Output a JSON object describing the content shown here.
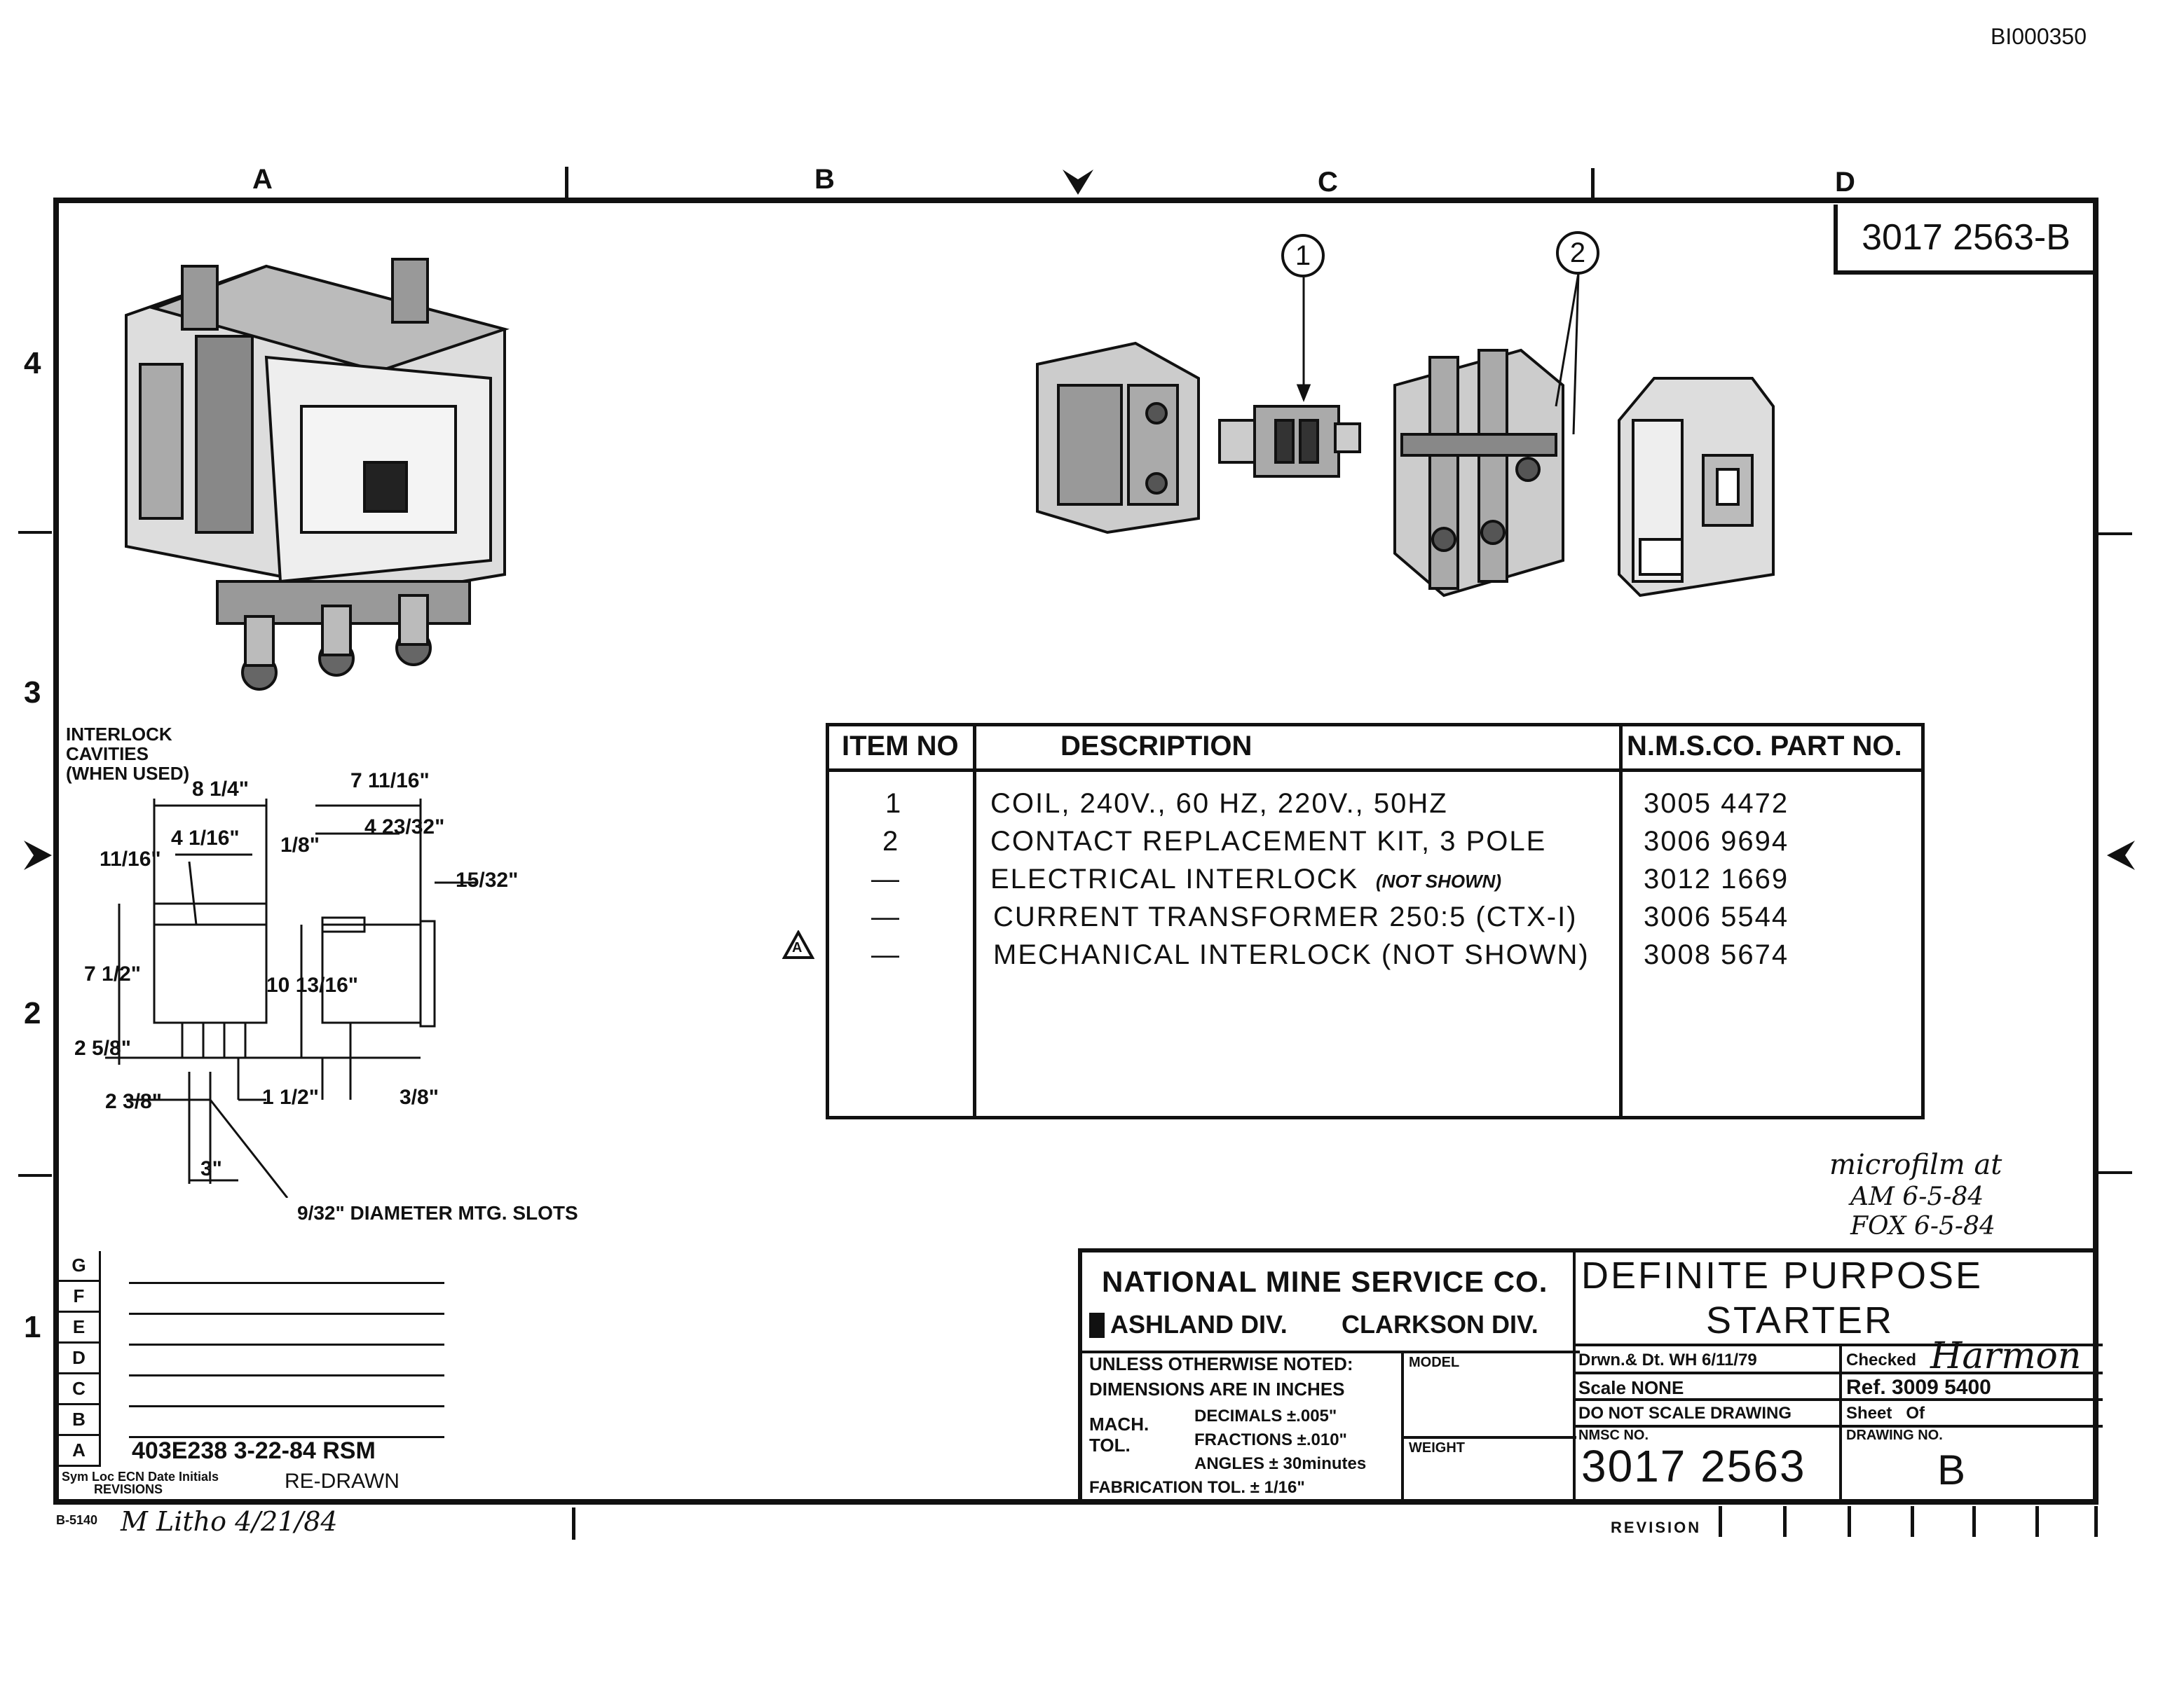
{
  "doc_id": "BI000350",
  "grid": {
    "columns": [
      "A",
      "B",
      "C",
      "D"
    ],
    "rows": [
      "4",
      "3",
      "2",
      "1"
    ]
  },
  "drawing_number_box": "3017 2563-B",
  "balloons": [
    "1",
    "2"
  ],
  "parts_table": {
    "headers": [
      "ITEM NO",
      "DESCRIPTION",
      "N.M.S.CO. PART NO."
    ],
    "rows": [
      {
        "item": "1",
        "description": "COIL, 240V., 60 HZ, 220V., 50HZ",
        "part_no": "3005 4472"
      },
      {
        "item": "2",
        "description": "CONTACT REPLACEMENT KIT, 3 POLE",
        "part_no": "3006 9694"
      },
      {
        "item": "—",
        "description": "ELECTRICAL INTERLOCK",
        "note": "(NOT SHOWN)",
        "part_no": "3012 1669"
      },
      {
        "item": "—",
        "description": "CURRENT TRANSFORMER 250:5 (CTX-I)",
        "part_no": "3006 5544"
      },
      {
        "item": "—",
        "description": "MECHANICAL INTERLOCK (NOT SHOWN)",
        "part_no": "3008 5674"
      }
    ],
    "revision_marker": "A"
  },
  "dimension_labels": {
    "interlock": "INTERLOCK CAVITIES (WHEN USED)",
    "d1": "8 1/4\"",
    "d2": "4 1/16\"",
    "d3": "1/8\"",
    "d4": "7 11/16\"",
    "d5": "4 23/32\"",
    "d6": "15/32\"",
    "d7": "11/16\"",
    "d8": "7 1/2\"",
    "d9": "10 13/16\"",
    "d10": "2 5/8\"",
    "d11": "2 3/8\"",
    "d12": "1 1/2\"",
    "d13": "3/8\"",
    "d14": "3\"",
    "slots": "9/32\" DIAMETER MTG. SLOTS"
  },
  "microfilm_note": [
    "microfilm at",
    "AM 6-5-84",
    "FOX 6-5-84"
  ],
  "revisions": {
    "rows": [
      "G",
      "F",
      "E",
      "D",
      "C",
      "B",
      "A"
    ],
    "entry_a": "403E238 3-22-84 RSM",
    "footer_labels": "Sym Loc ECN Date Initials",
    "footer_title": "REVISIONS",
    "re_drawn": "RE-DRAWN",
    "form_no": "B-5140",
    "litho": "M Litho 4/21/84"
  },
  "title_block": {
    "company": "NATIONAL MINE SERVICE CO.",
    "divisions": [
      "ASHLAND DIV.",
      "CLARKSON DIV."
    ],
    "title_line1": "DEFINITE PURPOSE",
    "title_line2": "STARTER",
    "tolerances": {
      "note1": "UNLESS OTHERWISE NOTED:",
      "note2": "DIMENSIONS ARE IN INCHES",
      "mach": "MACH. TOL.",
      "decimals": "DECIMALS ±.005\"",
      "fractions": "FRACTIONS ±.010\"",
      "angles": "ANGLES ± 30minutes",
      "fab": "FABRICATION TOL. ± 1/16\""
    },
    "model_label": "MODEL",
    "weight_label": "WEIGHT",
    "drawn": "Drwn.& Dt. WH 6/11/79",
    "checked_label": "Checked",
    "checked_sig": "Harmon",
    "scale": "Scale NONE",
    "ref": "Ref. 3009 5400",
    "do_not_scale": "DO NOT SCALE DRAWING",
    "sheet": "Sheet   Of",
    "nmsc_label": "NMSC NO.",
    "nmsc_no": "3017 2563",
    "drawing_no_label": "DRAWING NO.",
    "drawing_no": "B",
    "revision_label": "REVISION"
  }
}
